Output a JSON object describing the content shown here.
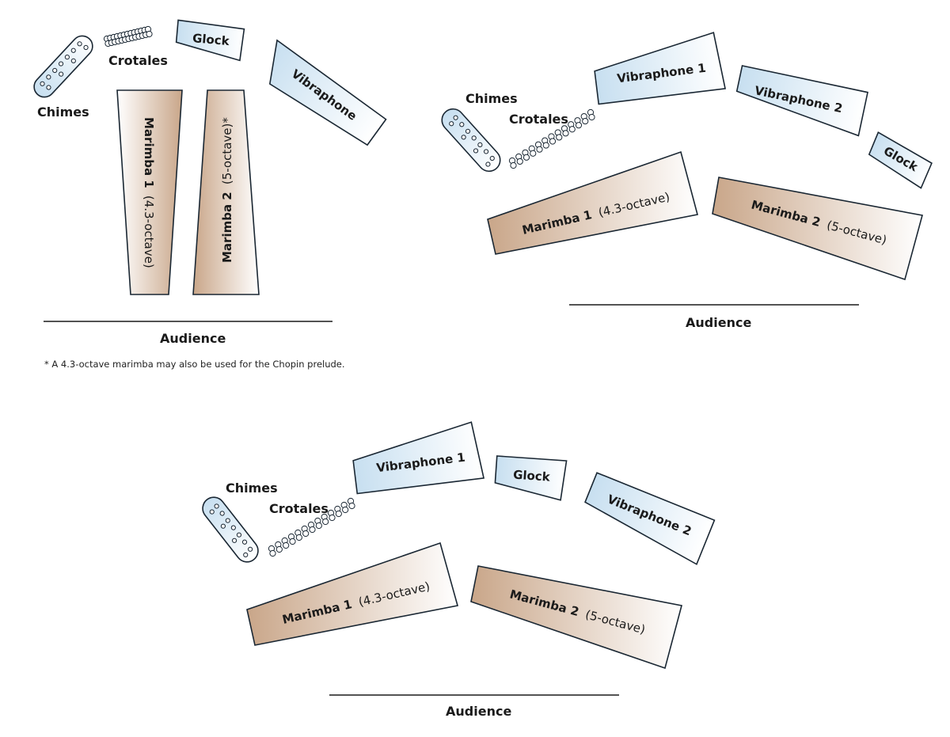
{
  "colors": {
    "marimba_dark": "#c9a689",
    "marimba_light": "#ffffff",
    "metal_dark": "#c7dff0",
    "metal_light": "#ffffff",
    "outline": "#1a2733"
  },
  "setups": [
    {
      "chimes": "Chimes",
      "crotales": "Crotales",
      "glock": "Glock",
      "vibraphone": "Vibraphone",
      "marimba1_name": "Marimba 1",
      "marimba1_range": "(4.3-octave)",
      "marimba2_name": "Marimba 2",
      "marimba2_range": "(5-octave)*",
      "audience": "Audience",
      "note": "* A 4.3-octave marimba may also be used for the Chopin prelude."
    },
    {
      "chimes": "Chimes",
      "crotales": "Crotales",
      "vibraphone1": "Vibraphone 1",
      "vibraphone2": "Vibraphone 2",
      "glock": "Glock",
      "marimba1_name": "Marimba 1",
      "marimba1_range": "(4.3-octave)",
      "marimba2_name": "Marimba 2",
      "marimba2_range": "(5-octave)",
      "audience": "Audience"
    },
    {
      "chimes": "Chimes",
      "crotales": "Crotales",
      "vibraphone1": "Vibraphone 1",
      "glock": "Glock",
      "vibraphone2": "Vibraphone 2",
      "marimba1_name": "Marimba 1",
      "marimba1_range": "(4.3-octave)",
      "marimba2_name": "Marimba 2",
      "marimba2_range": "(5-octave)",
      "audience": "Audience"
    }
  ]
}
